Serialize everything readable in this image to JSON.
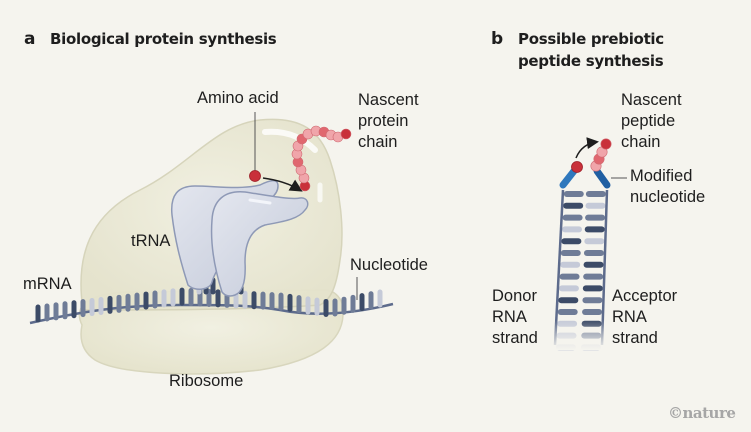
{
  "panel_a": {
    "letter": "a",
    "title": "Biological protein synthesis",
    "labels": {
      "amino_acid": "Amino acid",
      "nascent_chain": [
        "Nascent",
        "protein",
        "chain"
      ],
      "trna": "tRNA",
      "mrna": "mRNA",
      "nucleotide": "Nucleotide",
      "ribosome": "Ribosome"
    }
  },
  "panel_b": {
    "letter": "b",
    "title_lines": [
      "Possible prebiotic",
      "peptide synthesis"
    ],
    "labels": {
      "nascent_chain": [
        "Nascent",
        "peptide",
        "chain"
      ],
      "modified_nucleotide": [
        "Modified",
        "nucleotide"
      ],
      "donor": [
        "Donor",
        "RNA",
        "strand"
      ],
      "acceptor": [
        "Acceptor",
        "RNA",
        "strand"
      ]
    }
  },
  "credit": "©nature",
  "colors": {
    "background": "#f5f4ee",
    "ribosome_fill": "#ebead8",
    "ribosome_stroke": "#d3d1b8",
    "trna_fill": "#d2d6e2",
    "trna_stroke": "#8e99b6",
    "amino_acid": "#c9303a",
    "chain_light": "#f0a5aa",
    "chain_mid": "#e0676f",
    "backbone": "#5d6b8c",
    "nucleotide_dark": "#3c4b67",
    "nucleotide_mid": "#6f7c97",
    "nucleotide_light": "#c5cad8",
    "modified_nucleotide": "#2f78bd"
  }
}
